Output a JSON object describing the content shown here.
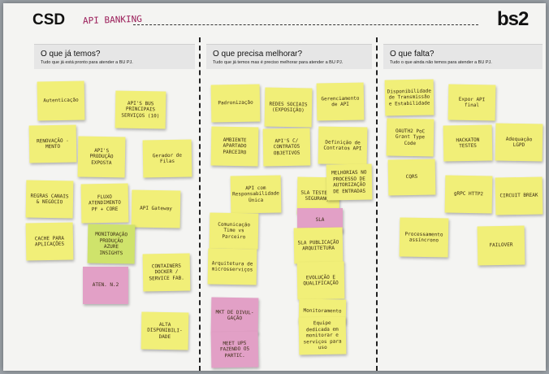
{
  "header": {
    "brand": "CSD",
    "subject": "API BANKING",
    "logo": "bs2"
  },
  "columns": [
    {
      "title": "O que já temos?",
      "subtitle": "Tudo que já está pronto para atender a BU PJ."
    },
    {
      "title": "O que precisa melhorar?",
      "subtitle": "Tudo que já temos mas é preciso melhorar para atender a BU PJ."
    },
    {
      "title": "O que falta?",
      "subtitle": "Tudo o que ainda não temos para atender a BU PJ."
    }
  ],
  "notes": {
    "c1": [
      "Autenticação",
      "API'S BUS PRINCIPAIS SERVIÇOS (10)",
      "RENOVAÇÃO - MENTO",
      "API'S PRODUÇÃO EXPOSTA",
      "Gerador de Filas",
      "REGRAS CANAIS & NEGÓCIO",
      "FLUXO ATENDIMENTO PF + CORE",
      "API Gateway",
      "CACHE PARA APLICAÇÕES",
      "MONITORAÇÃO PRODUÇÃO AZURE INSIGHTS",
      "CONTAINERS DOCKER / SERVICE FAB.",
      "ATEN. N.2",
      "ALTA DISPONIBILI- DADE"
    ],
    "c2": [
      "Padronização",
      "REDES SOCIAIS (EXPOSIÇÃO)",
      "Gerenciamento de API",
      "AMBIENTE APARTADO PARCEIRO",
      "API'S C/ CONTRATOS OBJETIVOS",
      "Definição de Contratos API",
      "API com Responsabilidade Única",
      "SLA TESTE DE SEGURANÇA",
      "MELHORIAS NO PROCESSO DE AUTORIZAÇÃO DE ENTRADAS",
      "Comunicação Time vs Parceiro",
      "SLA",
      "SLA PUBLICAÇÃO ARQUITETURA",
      "Arquitetura de microsserviços",
      "EVOLUÇÃO E QUALIFICAÇÃO",
      "MKT DE DIVUL- GAÇÃO",
      "MEET UPS FAZENDO OS PARTIC.",
      "Monitoramento",
      "Equipe dedicada em monitorar e serviços para uso"
    ],
    "c3": [
      "Disponibilidade de Transmissão e Estabilidade",
      "Expor API final",
      "OAUTH2 PoC Grant Type Code",
      "HACKATON TESTES",
      "Adequação LGPD",
      "CQRS",
      "gRPC HTTP2",
      "CIRCUIT BREAK",
      "Processamento assíncrono",
      "FAILOVER"
    ]
  },
  "colors": {
    "yellow": "#f1ef78",
    "green": "#cfe36b",
    "pink": "#e2a0c6"
  }
}
